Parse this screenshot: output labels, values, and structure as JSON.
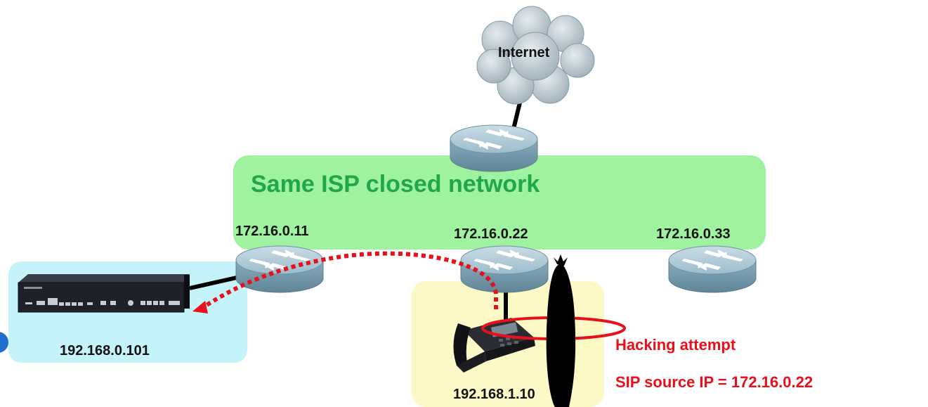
{
  "cloud": {
    "label": "Internet"
  },
  "isp_network": {
    "label": "Same ISP closed network"
  },
  "routers": [
    {
      "ip": "172.16.0.11"
    },
    {
      "ip": "172.16.0.22"
    },
    {
      "ip": "172.16.0.33"
    }
  ],
  "pbx": {
    "ip": "192.168.0.101"
  },
  "phone": {
    "ip": "192.168.1.10"
  },
  "attack": {
    "title": "Hacking attempt",
    "source": "SIP source IP = 172.16.0.22"
  },
  "colors": {
    "isp_zone": "#9ff29f",
    "isp_text": "#20a848",
    "pbx_zone": "#c5f3fa",
    "phone_zone": "#fdf9c7",
    "router_body": "#8fb0bf",
    "attack_red": "#e8101a"
  }
}
